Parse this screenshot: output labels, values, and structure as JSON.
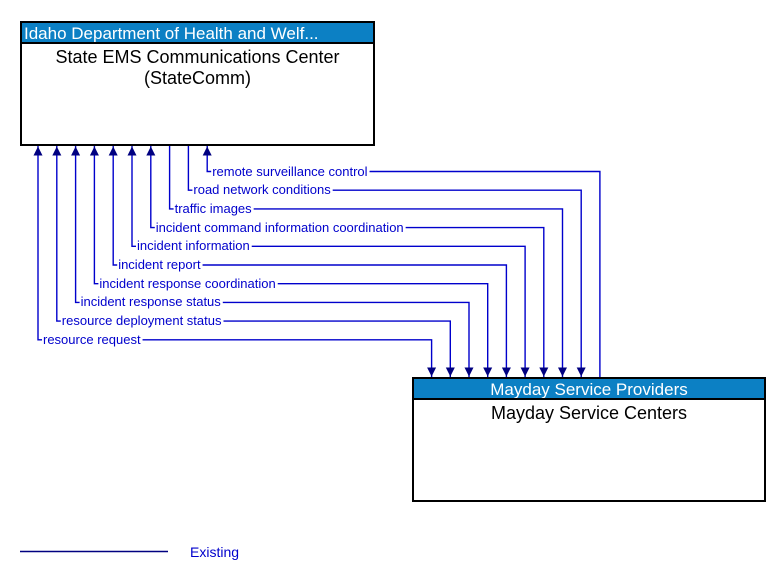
{
  "diagram": {
    "top_entity": {
      "header": "Idaho Department of Health and Welf...",
      "name": "State EMS Communications Center (StateComm)"
    },
    "bottom_entity": {
      "header": "Mayday Service Providers",
      "name": "Mayday Service Centers"
    },
    "flows": [
      {
        "label": "remote surveillance control",
        "into_top": true,
        "into_bottom": false
      },
      {
        "label": "road network conditions",
        "into_top": false,
        "into_bottom": true
      },
      {
        "label": "traffic images",
        "into_top": false,
        "into_bottom": true
      },
      {
        "label": "incident command information coordination",
        "into_top": true,
        "into_bottom": true
      },
      {
        "label": "incident information",
        "into_top": true,
        "into_bottom": true
      },
      {
        "label": "incident report",
        "into_top": true,
        "into_bottom": true
      },
      {
        "label": "incident response coordination",
        "into_top": true,
        "into_bottom": true
      },
      {
        "label": "incident response status",
        "into_top": true,
        "into_bottom": true
      },
      {
        "label": "resource deployment status",
        "into_top": true,
        "into_bottom": true
      },
      {
        "label": "resource request",
        "into_top": true,
        "into_bottom": true
      }
    ],
    "legend": {
      "line_label": "Existing"
    },
    "colors": {
      "header_bg": "#0C80C4",
      "header_text": "#FFFFFF",
      "flow_line": "#0000CC",
      "flow_label_text": "#0000CC",
      "arrowhead": "#000080",
      "legend_line": "#000080",
      "box_border": "#000000"
    }
  }
}
